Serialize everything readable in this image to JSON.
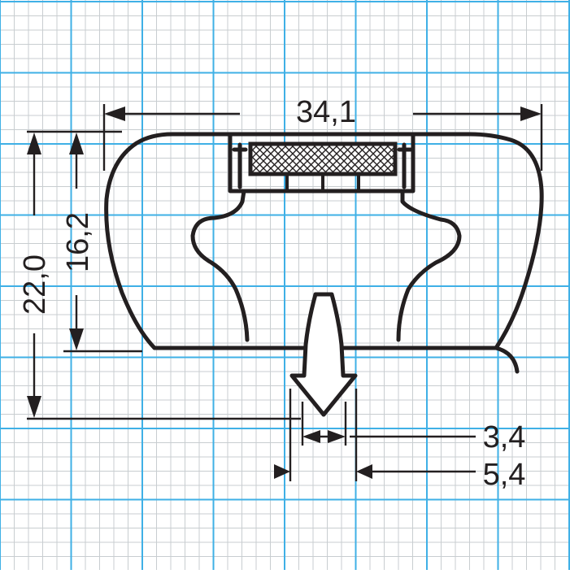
{
  "colors": {
    "grid_major": "#3fb0e6",
    "grid_minor": "#c8cdd0",
    "outline": "#231f20",
    "background": "#ffffff"
  },
  "dimensions": {
    "width": "34,1",
    "total_height": "22,0",
    "body_height": "16,2",
    "tip_inner": "3,4",
    "tip_outer": "5,4"
  }
}
